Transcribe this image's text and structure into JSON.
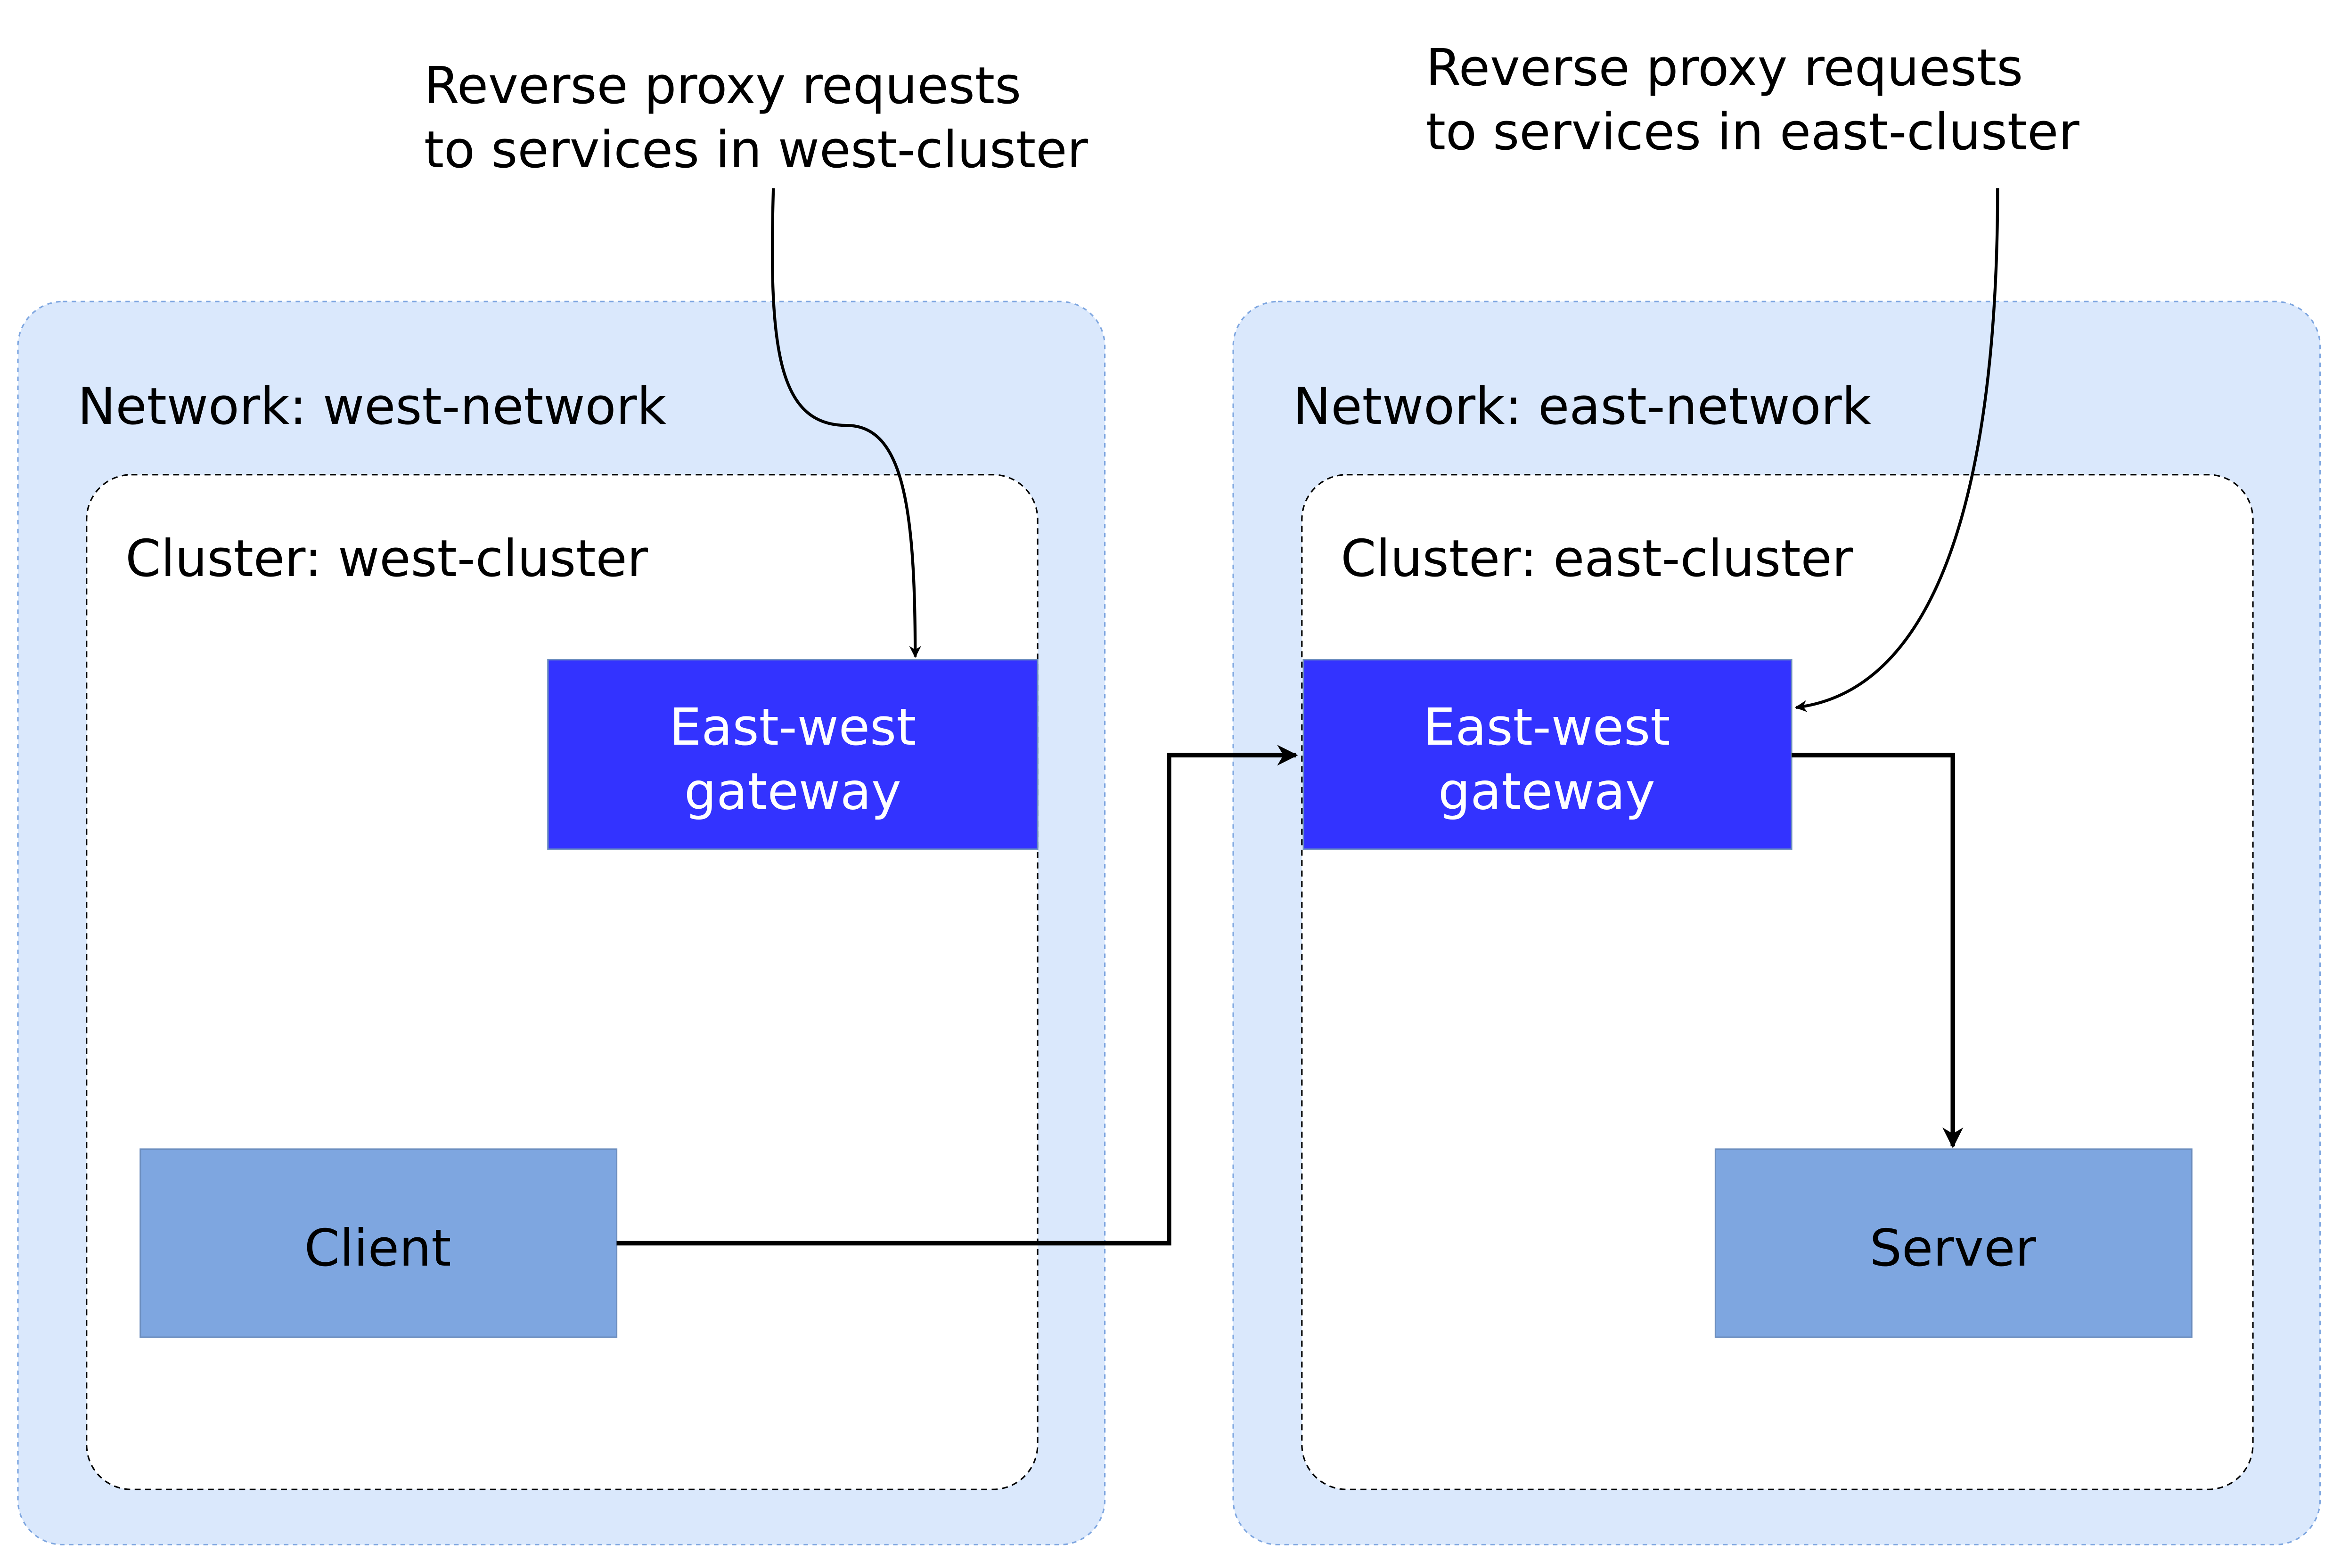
{
  "colors": {
    "network_fill": "#dae8fc",
    "network_stroke": "#7ea6e0",
    "cluster_fill": "#ffffff",
    "cluster_stroke": "#000000",
    "gateway_fill": "#3333ff",
    "gateway_text": "#ffffff",
    "app_fill": "#7ea6e0",
    "app_stroke": "#6c8ebf",
    "text": "#000000"
  },
  "annotations": {
    "west": {
      "line1": "Reverse proxy requests",
      "line2": "to services in west-cluster"
    },
    "east": {
      "line1": "Reverse proxy requests",
      "line2": "to services in east-cluster"
    }
  },
  "west": {
    "network_label": "Network: west-network",
    "cluster_label": "Cluster: west-cluster",
    "gateway": {
      "line1": "East-west",
      "line2": "gateway"
    },
    "app_label": "Client"
  },
  "east": {
    "network_label": "Network: east-network",
    "cluster_label": "Cluster: east-cluster",
    "gateway": {
      "line1": "East-west",
      "line2": "gateway"
    },
    "app_label": "Server"
  }
}
